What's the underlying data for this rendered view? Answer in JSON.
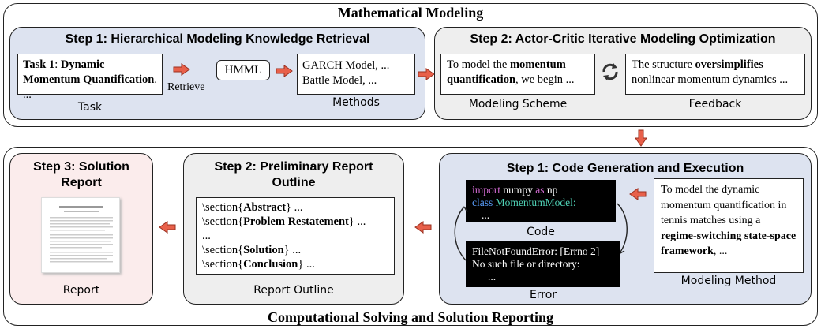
{
  "top": {
    "title": "Mathematical Modeling",
    "step1": {
      "title": "Step 1: Hierarchical Modeling Knowledge Retrieval",
      "task_bold": "Task 1",
      "task_sep": ": ",
      "task_name": "Dynamic Momentum Quantification",
      "task_tail": ". ...",
      "retrieve_label": "Retrieve",
      "hmml_label": "HMML",
      "methods_line1": "GARCH Model, ...",
      "methods_line2": "Battle Model, ...",
      "task_caption": "Task",
      "methods_caption": "Methods"
    },
    "step2": {
      "title": "Step 2: Actor-Critic Iterative Modeling Optimization",
      "scheme_pre": "To model the ",
      "scheme_bold1": "momentum",
      "scheme_bold2": "quantification",
      "scheme_post": ", we begin ...",
      "feedback_pre": "The structure ",
      "feedback_bold": "oversimplifies",
      "feedback_line2": "nonlinear momentum dynamics ...",
      "scheme_caption": "Modeling Scheme",
      "feedback_caption": "Feedback"
    }
  },
  "bottom": {
    "title": "Computational Solving and Solution Reporting",
    "step3": {
      "title": "Step 3: Solution Report",
      "caption": "Report"
    },
    "step2": {
      "title": "Step 2: Preliminary Report Outline",
      "lines": [
        {
          "pre": "\\section{",
          "bold": "Abstract",
          "post": "} ..."
        },
        {
          "pre": "\\section{",
          "bold": "Problem Restatement",
          "post": "} ..."
        },
        {
          "pre": "...",
          "bold": "",
          "post": ""
        },
        {
          "pre": "\\section{",
          "bold": "Solution",
          "post": "} ..."
        },
        {
          "pre": "\\section{",
          "bold": "Conclusion",
          "post": "} ..."
        }
      ],
      "caption": "Report Outline"
    },
    "step1": {
      "title": "Step 1: Code Generation and Execution",
      "code_kw1": "import",
      "code_mod": "numpy",
      "code_kw2": "as",
      "code_alias": "np",
      "code_kw3": "class",
      "code_cls": "MomentumModel:",
      "code_ellipsis": "...",
      "code_caption": "Code",
      "error_line1": "FileNotFoundError: [Errno 2]",
      "error_line2": "No such file or directory:",
      "error_ellipsis": "...",
      "error_caption": "Error",
      "method_plain": "To model the dynamic momentum quantification in tennis matches using a",
      "method_bold": "regime-switching state-space framework",
      "method_tail": ", ...",
      "method_caption": "Modeling Method"
    }
  },
  "colors": {
    "arrow_fill": "#e8604a",
    "panel_blue": "#dde3f0",
    "panel_gray": "#eeeeee",
    "panel_pink": "#fbecec"
  }
}
